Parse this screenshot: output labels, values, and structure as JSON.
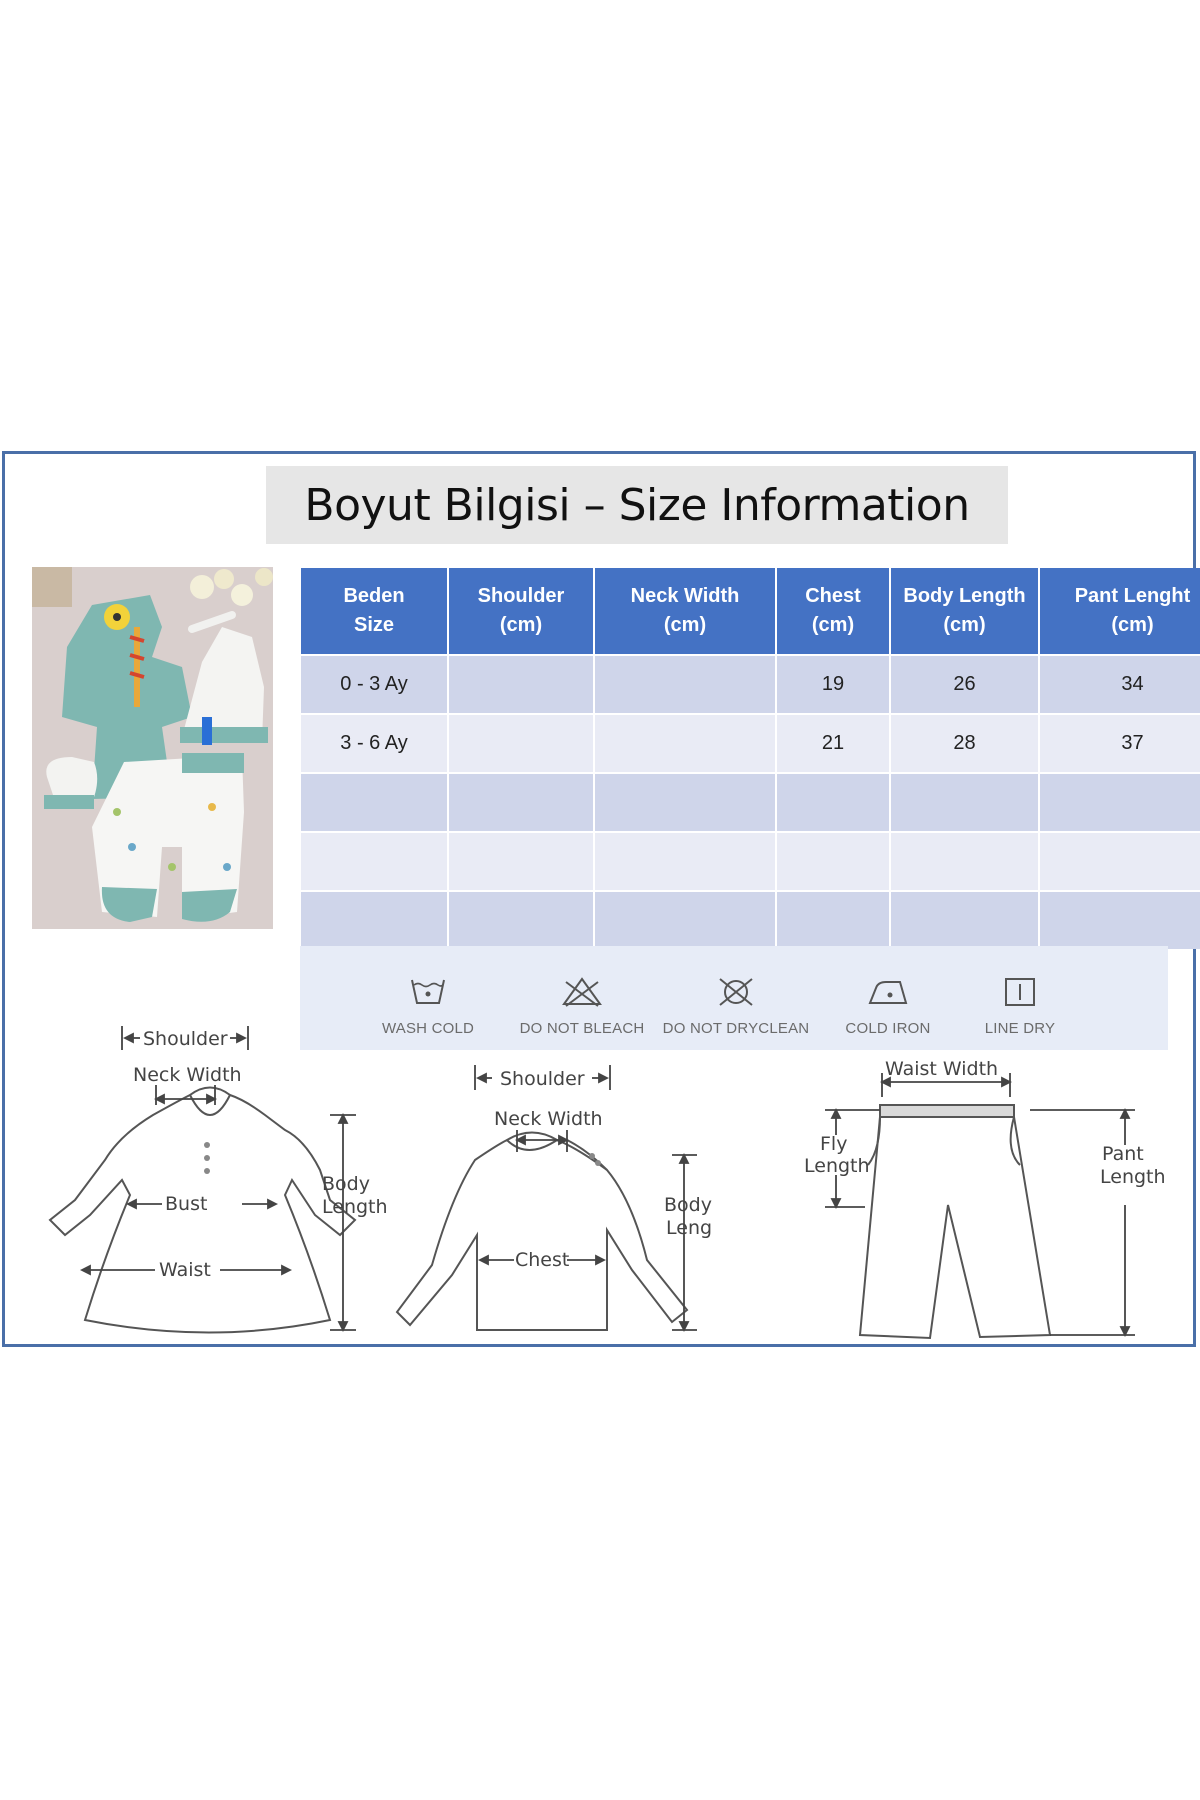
{
  "title": "Boyut Bilgisi – Size Information",
  "table": {
    "headers": [
      [
        "Beden",
        "Size"
      ],
      [
        "Shoulder",
        "(cm)"
      ],
      [
        "Neck Width",
        "(cm)"
      ],
      [
        "Chest",
        "(cm)"
      ],
      [
        "Body Length",
        "(cm)"
      ],
      [
        "Pant Lenght",
        "(cm)"
      ]
    ],
    "rows": [
      [
        "0 - 3 Ay",
        "",
        "",
        "19",
        "26",
        "34"
      ],
      [
        "3 - 6 Ay",
        "",
        "",
        "21",
        "28",
        "37"
      ],
      [
        "",
        "",
        "",
        "",
        "",
        ""
      ],
      [
        "",
        "",
        "",
        "",
        "",
        ""
      ],
      [
        "",
        "",
        "",
        "",
        "",
        ""
      ]
    ]
  },
  "care": [
    {
      "icon": "wash-cold-icon",
      "label": "WASH COLD"
    },
    {
      "icon": "do-not-bleach-icon",
      "label": "DO NOT BLEACH"
    },
    {
      "icon": "do-not-dryclean-icon",
      "label": "DO NOT DRYCLEAN"
    },
    {
      "icon": "cold-iron-icon",
      "label": "COLD IRON"
    },
    {
      "icon": "line-dry-icon",
      "label": "LINE DRY"
    }
  ],
  "diagrams": {
    "dress": {
      "shoulder": "Shoulder",
      "neck": "Neck Width",
      "body": [
        "Body",
        "Length"
      ],
      "bust": "Bust",
      "waist": "Waist"
    },
    "shirt": {
      "shoulder": "Shoulder",
      "neck": "Neck Width",
      "body": [
        "Body",
        "Length"
      ],
      "chest": "Chest"
    },
    "pants": {
      "waist": "Waist Width",
      "fly": [
        "Fly",
        "Length"
      ],
      "pant": [
        "Pant",
        "Length"
      ]
    }
  },
  "colors": {
    "border": "#4a6fa8",
    "header": "#4472c4",
    "row_odd": "#cfd5ea",
    "row_even": "#e9ebf5",
    "title_bg": "#e6e6e6",
    "care_bg": "#e7ecf7"
  }
}
